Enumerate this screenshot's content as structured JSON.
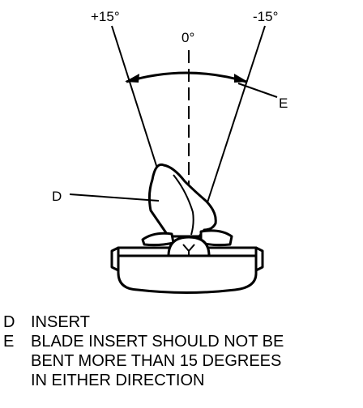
{
  "diagram": {
    "angle_labels": {
      "left": "+15°",
      "center": "0°",
      "right": "-15°"
    },
    "callouts": {
      "insert_letter": "D",
      "arc_letter": "E"
    }
  },
  "legend": {
    "items": [
      {
        "key": "D",
        "lines": [
          "INSERT"
        ]
      },
      {
        "key": "E",
        "lines": [
          "BLADE INSERT SHOULD NOT BE",
          "BENT MORE THAN 15 DEGREES",
          "IN EITHER DIRECTION"
        ]
      }
    ]
  }
}
